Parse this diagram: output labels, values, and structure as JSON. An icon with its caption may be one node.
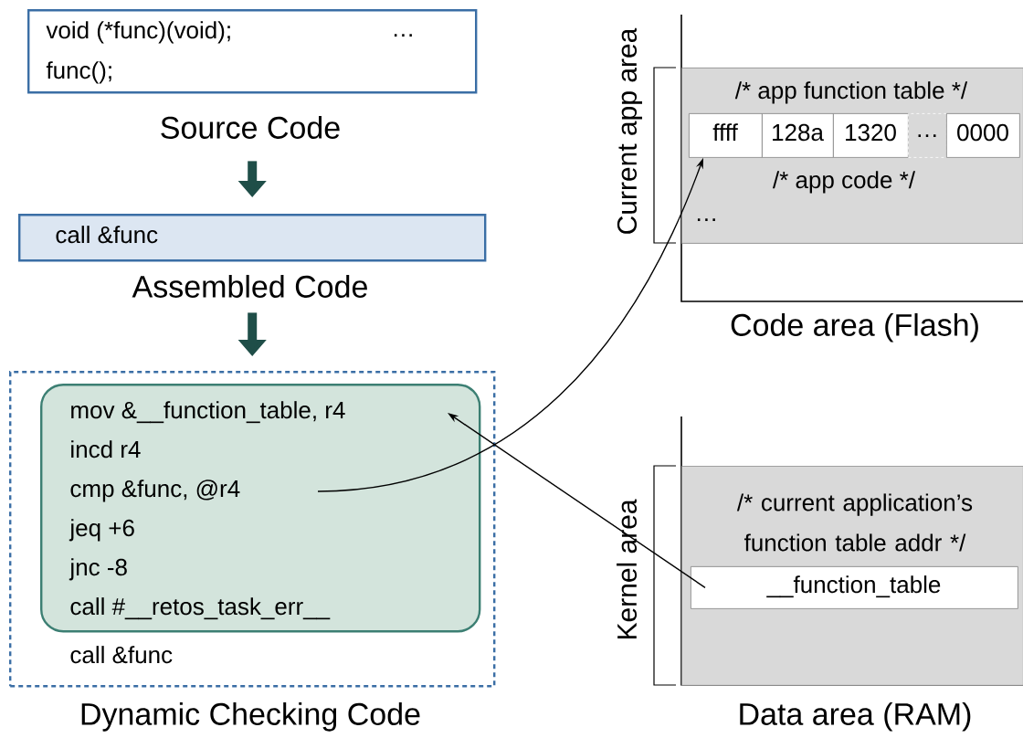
{
  "diagram": {
    "nodes": [
      {
        "text": [
          "void (*func)(void);",
          "…",
          "func();"
        ],
        "beside": [
          "Source Code"
        ]
      },
      {
        "text": [
          "call &func"
        ],
        "beside": [
          "Assembled Code"
        ]
      },
      {
        "text": [
          "call &func"
        ],
        "beside": [
          "Dynamic Checking Code"
        ]
      },
      {
        "text": [
          "mov &__function_table, r4",
          "incd r4",
          "cmp &func, @r4",
          "jeq +6",
          "jnc -8",
          "call #__retos_task_err__"
        ],
        "in": 2
      },
      {
        "text": [
          "/* app function table */",
          "/* app code */",
          "…"
        ]
      },
      {
        "text": [
          "ffff"
        ],
        "in": 4
      },
      {
        "text": [
          "128a"
        ],
        "in": 4
      },
      {
        "text": [
          "1320"
        ],
        "in": 4
      },
      {
        "text": [
          "…"
        ],
        "in": 4
      },
      {
        "text": [
          "0000"
        ],
        "in": 4
      },
      {
        "text": [
          "/* current application’s function table addr */"
        ]
      },
      {
        "text": [
          "__function_table"
        ],
        "in": 10
      }
    ],
    "edges": [
      {
        "from": 0,
        "to": 1,
        "arrow": "to",
        "style": "thick",
        "color": "#1f4e48"
      },
      {
        "from": 1,
        "to": 2,
        "arrow": "to",
        "style": "thick",
        "color": "#1f4e48"
      },
      {
        "from": 3,
        "to": 5,
        "arrow": "to"
      },
      {
        "from": 11,
        "to": 3,
        "arrow": "to"
      }
    ],
    "labels": [
      "Current app area",
      "Code area (Flash)",
      "Kernel area",
      "Data area (RAM)"
    ]
  }
}
